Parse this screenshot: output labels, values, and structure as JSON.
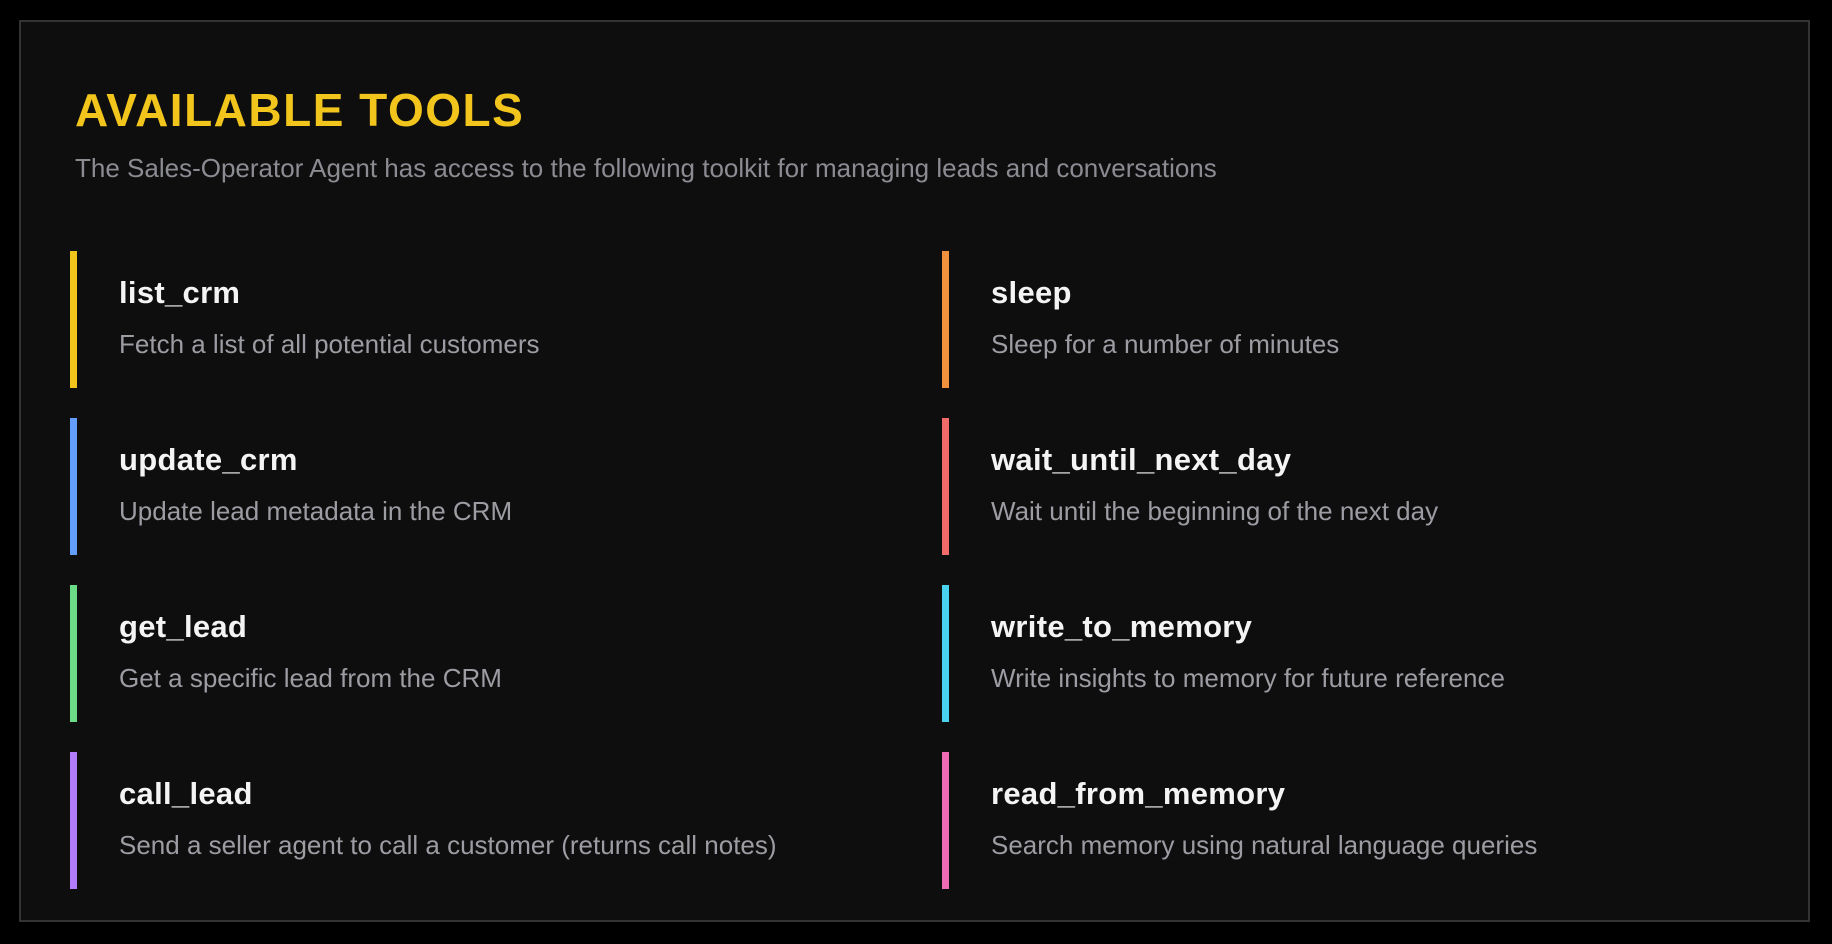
{
  "header": {
    "title": "AVAILABLE TOOLS",
    "subtitle": "The Sales-Operator Agent has access to the following toolkit for managing leads and conversations"
  },
  "colors": {
    "title_accent": "#f2c51c",
    "panel_background": "#0e0e0f",
    "panel_border": "#333333",
    "tool_name_text": "#f4f4f4",
    "tool_description_text": "#9c9ca3",
    "subtitle_text": "#8b8b92"
  },
  "tools": [
    {
      "name": "list_crm",
      "description": "Fetch a list of all potential customers",
      "accent": "#f2c51c"
    },
    {
      "name": "update_crm",
      "description": "Update lead metadata in the CRM",
      "accent": "#639efa"
    },
    {
      "name": "get_lead",
      "description": "Get a specific lead from the CRM",
      "accent": "#6cdb85"
    },
    {
      "name": "call_lead",
      "description": "Send a seller agent to call a customer (returns call notes)",
      "accent": "#b27dfa"
    },
    {
      "name": "sleep",
      "description": "Sleep for a number of minutes",
      "accent": "#f1913e"
    },
    {
      "name": "wait_until_next_day",
      "description": "Wait until the beginning of the next day",
      "accent": "#f26b68"
    },
    {
      "name": "write_to_memory",
      "description": "Write insights to memory for future reference",
      "accent": "#49d2ee"
    },
    {
      "name": "read_from_memory",
      "description": "Search memory using natural language queries",
      "accent": "#ef6bb4"
    }
  ]
}
